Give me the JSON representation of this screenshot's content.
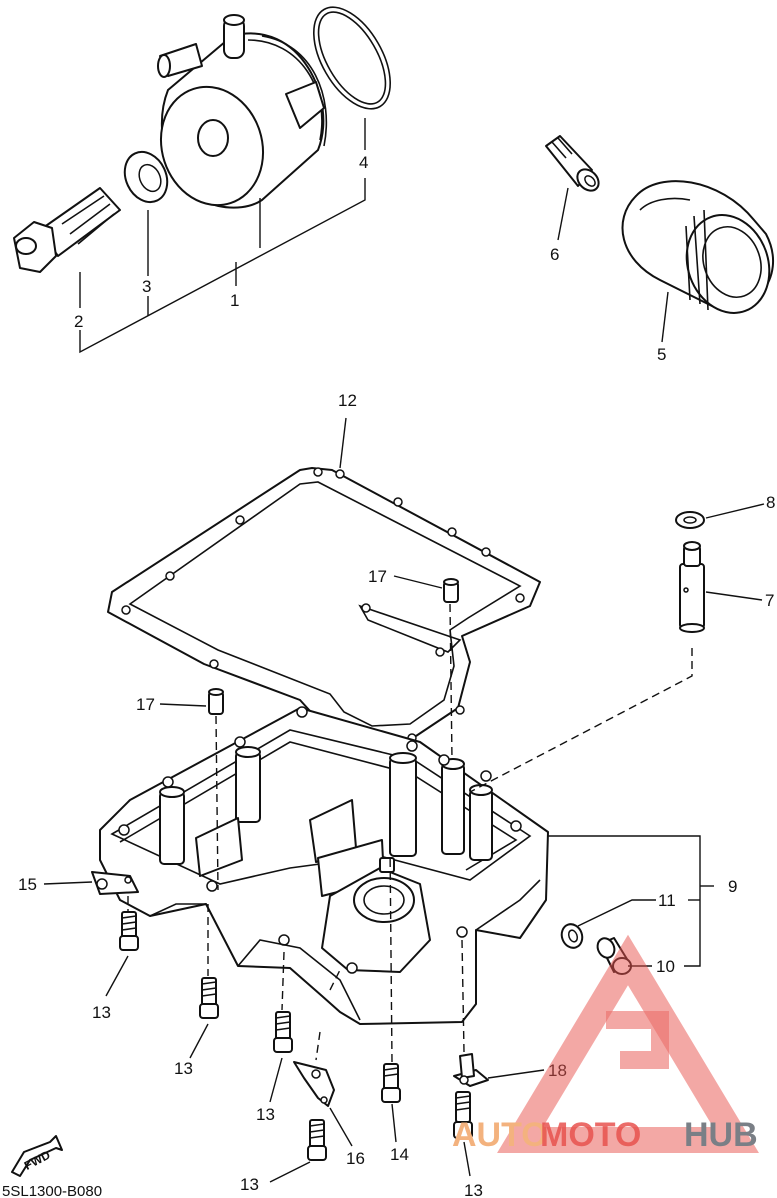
{
  "callouts": {
    "c1": "1",
    "c2": "2",
    "c3": "3",
    "c4": "4",
    "c5": "5",
    "c6": "6",
    "c7": "7",
    "c8": "8",
    "c9": "9",
    "c10": "10",
    "c11": "11",
    "c12": "12",
    "c13": "13",
    "c14": "14",
    "c15": "15",
    "c16": "16",
    "c17": "17",
    "c18": "18"
  },
  "direction_arrow": "FWD",
  "diagram_code": "5SL1300-B080",
  "watermark": {
    "part1": "AUTO",
    "part2": "MOTO",
    "part3": "HUB",
    "colors": {
      "auto": "#f3b27e",
      "moto": "#e8534f",
      "hub": "#7a7f86",
      "logo": "#e8534f"
    }
  }
}
